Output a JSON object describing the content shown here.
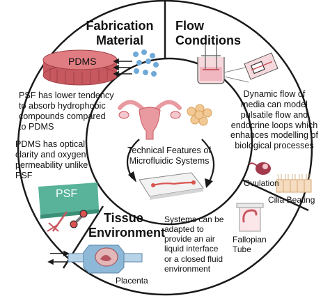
{
  "sections": {
    "fabrication": {
      "title_line1": "Fabrication",
      "title_line2": "Material",
      "pdms_label": "PDMS",
      "text1": [
        "PSF has lower tendency",
        "to absorb hydrophobic",
        "compounds compared",
        "to PDMS"
      ],
      "text2": [
        "PDMS has optical",
        "clarity and oxygen",
        "permeability unlike",
        "PSF"
      ],
      "psf_label": "PSF"
    },
    "flow": {
      "title_line1": "Flow",
      "title_line2": "Conditions",
      "text": [
        "Dynamic flow of",
        "media can model",
        "pulsatile flow and",
        "endocrine loops which",
        "enhances modelling of",
        "biological processes"
      ],
      "ovulation_label": "Ovulation",
      "cilia_label": "Cilia Beating",
      "fallopian_label": [
        "Fallopian",
        "Tube"
      ]
    },
    "tissue": {
      "title_line1": "Tissue",
      "title_line2": "Environment",
      "text": [
        "Systems can be",
        "adapted to",
        "provide an air",
        "liquid interface",
        "or a closed fluid",
        "environment"
      ],
      "placenta_label": "Placenta"
    },
    "center": {
      "text_line1": "Technical Features of",
      "text_line2": "Microfluidic Systems"
    }
  },
  "colors": {
    "outline": "#1a1a1a",
    "pdms_red": "#e07d82",
    "pdms_dark": "#c8585f",
    "teal": "#58b39a",
    "blue_dot": "#6fa9d8",
    "uterus_pink": "#e89aa0",
    "cell_orange": "#f2c994",
    "placenta_blue": "#8db8d8",
    "chip_red": "#d9534f"
  },
  "icons": [
    "pdms-disc-icon",
    "microparticles-icon",
    "transwell-flow-icon",
    "uterus-icon",
    "oocyte-cluster-icon",
    "microfluidic-chip-icon",
    "psf-plate-icon",
    "tubing-connector-icon",
    "ovary-icon",
    "cilia-epithelium-icon",
    "fallopian-tube-well-icon",
    "placenta-chip-icon"
  ]
}
